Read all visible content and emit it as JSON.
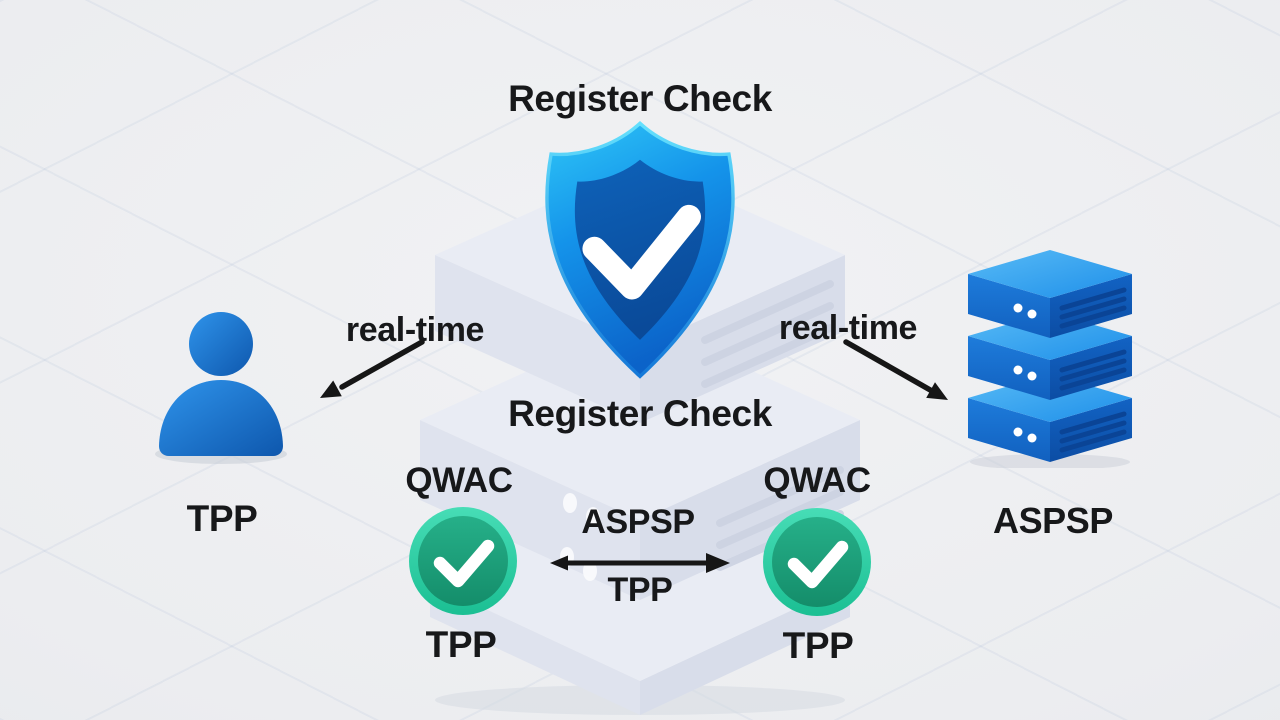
{
  "titles": {
    "top": "Register Check",
    "middle": "Register Check"
  },
  "annotations": {
    "left_realtime": "real-time",
    "right_realtime": "real-time"
  },
  "actors": {
    "tpp": {
      "label": "TPP",
      "icon": "user-icon"
    },
    "aspsp": {
      "label": "ASPSP",
      "icon": "server-stack-icon"
    }
  },
  "certificates": {
    "left": {
      "title": "QWAC",
      "caption": "TPP",
      "icon": "check-circle-icon"
    },
    "right": {
      "title": "QWAC",
      "caption": "TPP",
      "icon": "check-circle-icon"
    }
  },
  "exchange": {
    "upper_label": "ASPSP",
    "lower_label": "TPP"
  },
  "icons": [
    "shield-check-icon",
    "user-icon",
    "server-stack-icon",
    "check-circle-icon",
    "arrow-icon",
    "double-arrow-icon"
  ],
  "colors": {
    "background": "#ecedf0",
    "text": "#17181a",
    "arrow": "#161616",
    "shield_blue": "#1493ea",
    "shield_navy": "#0c55a8",
    "icon_blue": "#1b76d6",
    "check_green": "#2bc9a0",
    "check_green_dark": "#1a9c77",
    "ghost_gray": "#dfe3ee",
    "white": "#ffffff"
  }
}
